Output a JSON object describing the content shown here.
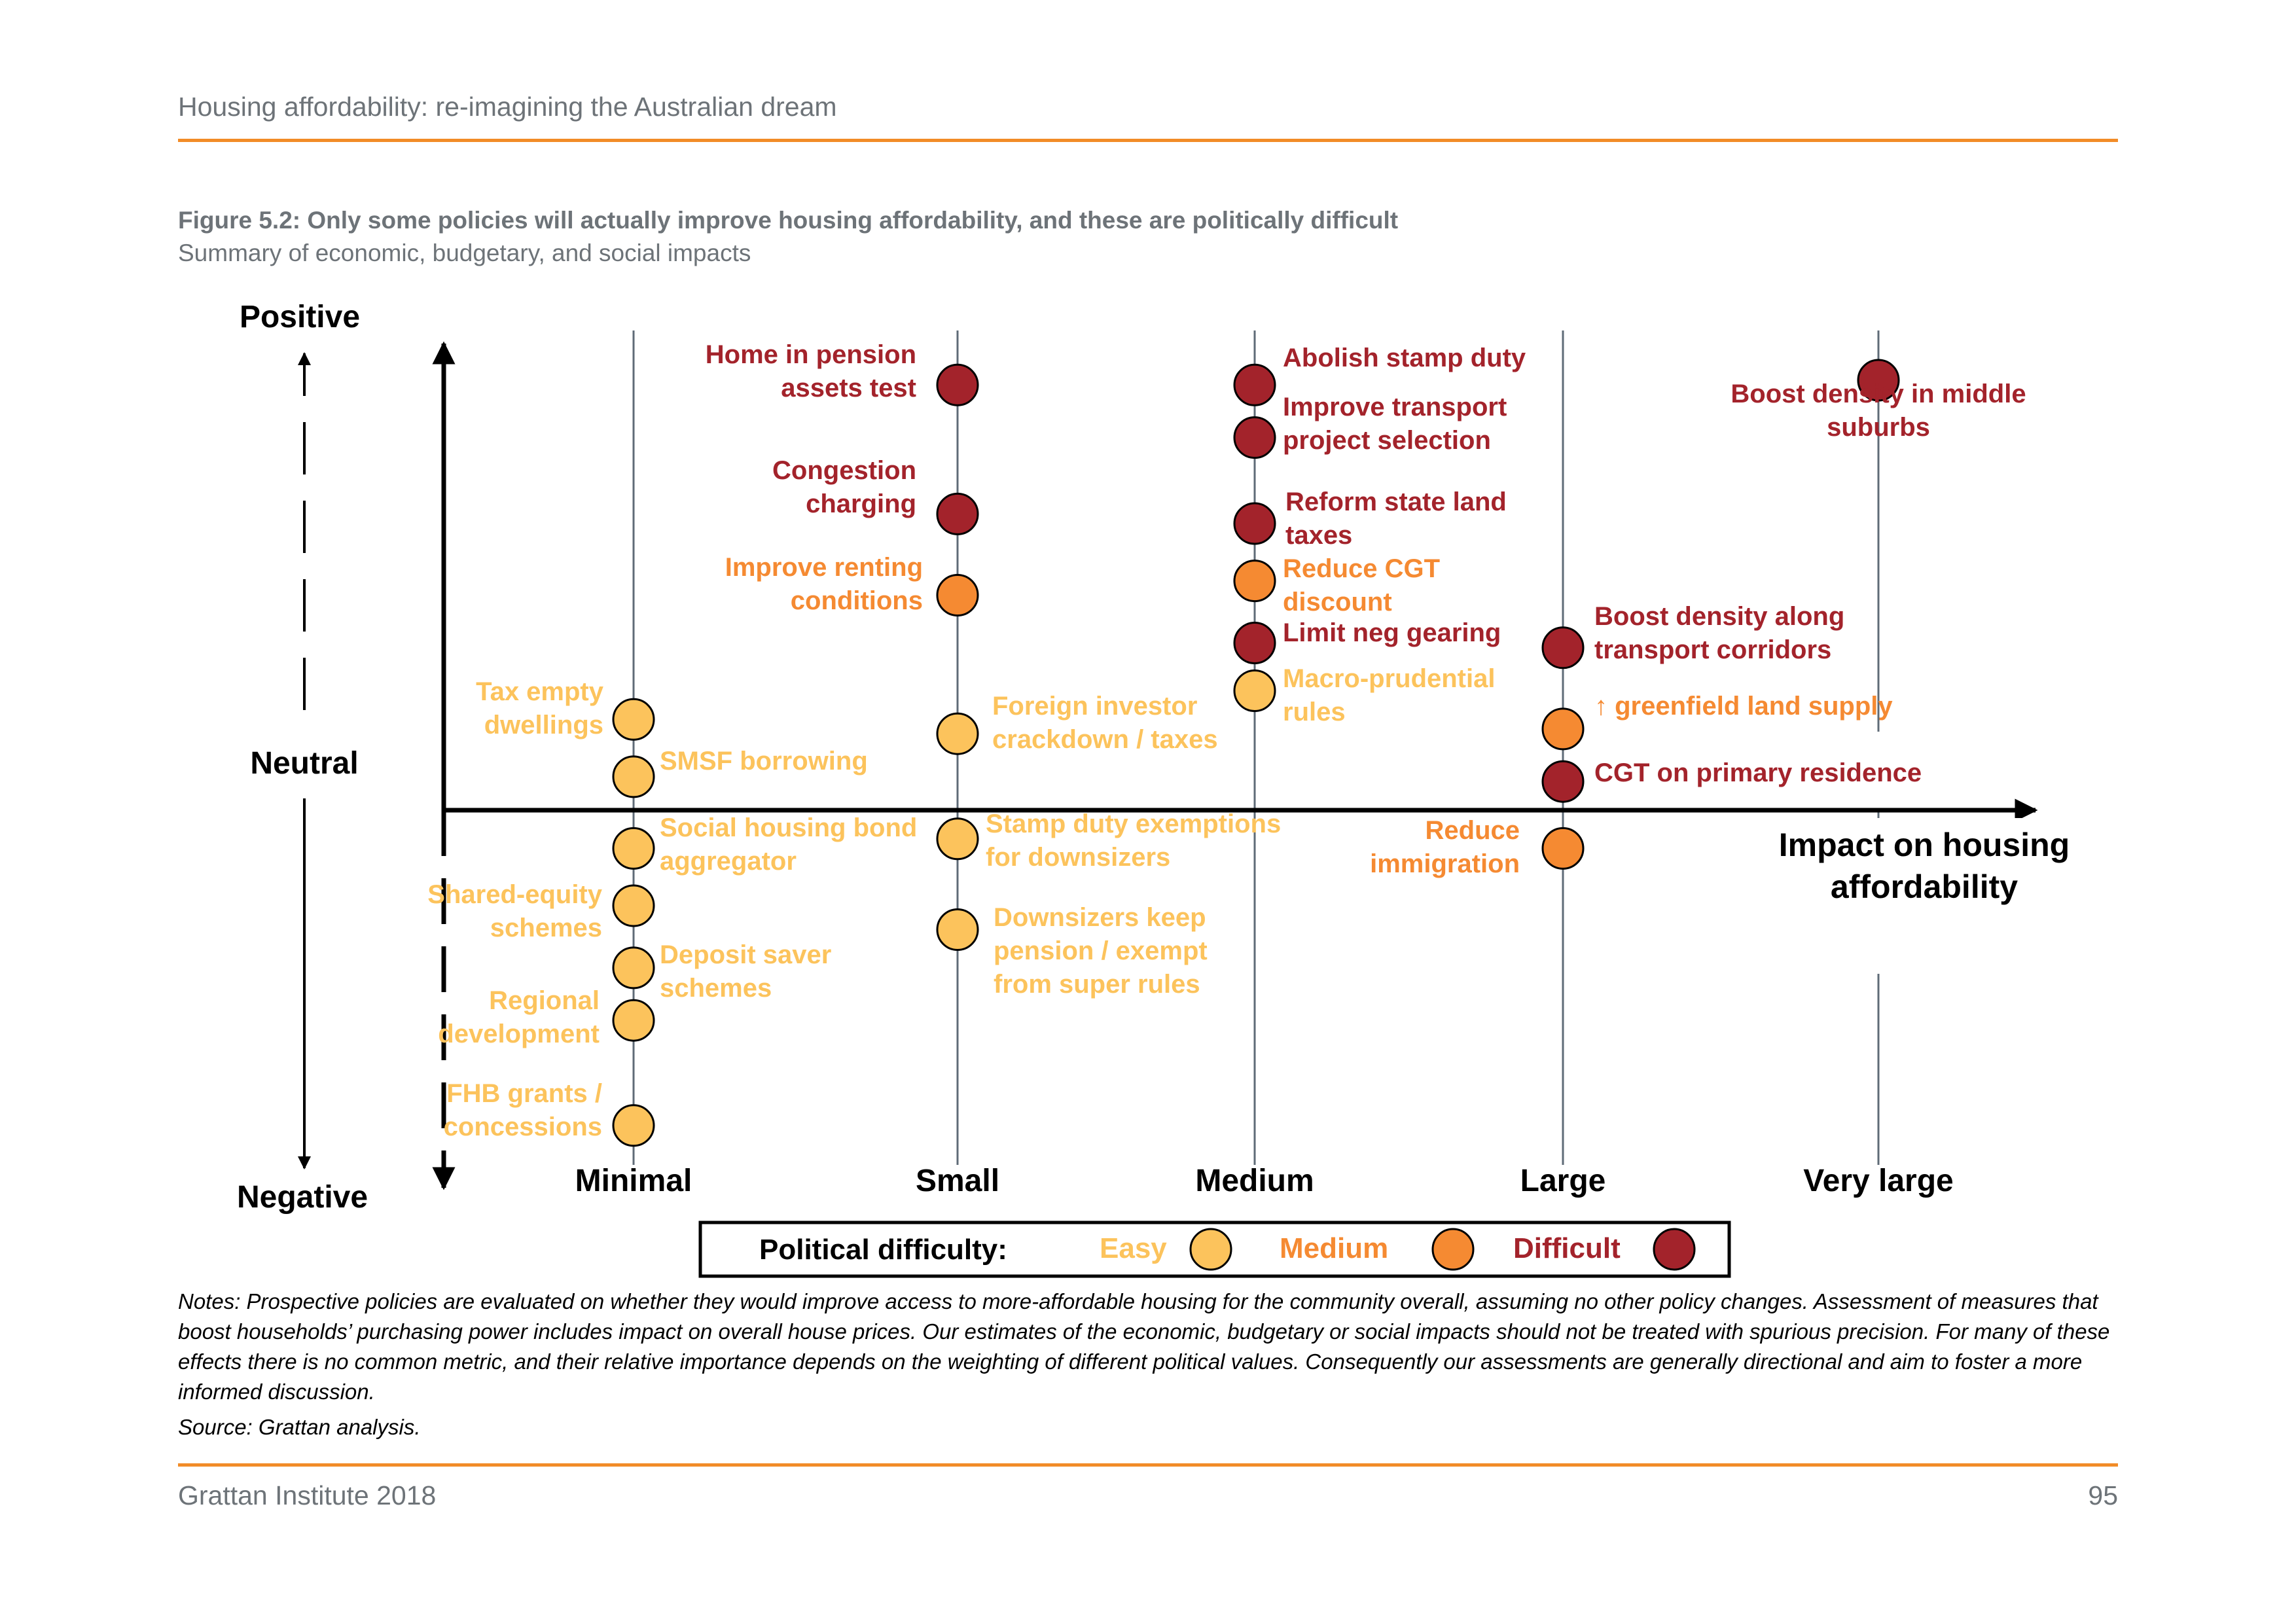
{
  "page": {
    "header": "Housing affordability: re-imagining the Australian dream",
    "figure_title": "Figure 5.2: Only some policies will actually improve housing affordability, and these are politically difficult",
    "figure_subtitle": "Summary of economic, budgetary, and social impacts",
    "notes": "Notes: Prospective policies are evaluated on whether they would improve access to more-affordable housing for the community overall, assuming no other policy changes. Assessment of measures that boost households’ purchasing power includes impact on overall house prices. Our estimates of the economic, budgetary or social impacts should not be treated with spurious precision. For many of these effects there is no common metric, and their relative importance depends on the weighting of different political values. Consequently our assessments are generally directional and aim to foster a more informed discussion.",
    "source": "Source: Grattan analysis.",
    "footer_left": "Grattan Institute 2018",
    "footer_right": "95"
  },
  "colors": {
    "easy": "#fcc35c",
    "medium": "#f58a32",
    "difficult": "#a3232b",
    "accent_rule": "#f28c28",
    "header_grey": "#6d7378",
    "axis": "#000000",
    "column_line": "#5f6b77"
  },
  "chart_data": {
    "type": "scatter",
    "x_axis_label": "Impact on housing affordability",
    "x_categories": [
      "Minimal",
      "Small",
      "Medium",
      "Large",
      "Very large"
    ],
    "y_labels": {
      "top": "Positive",
      "middle": "Neutral",
      "bottom": "Negative"
    },
    "legend": {
      "title": "Political difficulty:",
      "items": [
        {
          "key": "easy",
          "label": "Easy"
        },
        {
          "key": "medium",
          "label": "Medium"
        },
        {
          "key": "difficult",
          "label": "Difficult"
        }
      ]
    },
    "y_range": [
      -1,
      1
    ],
    "points": [
      {
        "label": "Home in pension assets test",
        "x": "Small",
        "y": 0.89,
        "difficulty": "difficult"
      },
      {
        "label": "Congestion charging",
        "x": "Small",
        "y": 0.62,
        "difficulty": "difficult"
      },
      {
        "label": "Improve renting conditions",
        "x": "Small",
        "y": 0.45,
        "difficulty": "medium"
      },
      {
        "label": "Foreign investor crackdown / taxes",
        "x": "Small",
        "y": 0.16,
        "difficulty": "easy"
      },
      {
        "label": "Stamp duty exemptions for downsizers",
        "x": "Small",
        "y": -0.06,
        "difficulty": "easy"
      },
      {
        "label": "Downsizers keep pension / exempt from super rules",
        "x": "Small",
        "y": -0.25,
        "difficulty": "easy"
      },
      {
        "label": "Tax empty dwellings",
        "x": "Minimal",
        "y": 0.19,
        "difficulty": "easy"
      },
      {
        "label": "SMSF borrowing",
        "x": "Minimal",
        "y": 0.07,
        "difficulty": "easy"
      },
      {
        "label": "Social housing bond aggregator",
        "x": "Minimal",
        "y": -0.08,
        "difficulty": "easy"
      },
      {
        "label": "Shared-equity schemes",
        "x": "Minimal",
        "y": -0.2,
        "difficulty": "easy"
      },
      {
        "label": "Deposit saver schemes",
        "x": "Minimal",
        "y": -0.33,
        "difficulty": "easy"
      },
      {
        "label": "Regional development",
        "x": "Minimal",
        "y": -0.44,
        "difficulty": "easy"
      },
      {
        "label": "FHB grants / concessions",
        "x": "Minimal",
        "y": -0.66,
        "difficulty": "easy"
      },
      {
        "label": "Abolish stamp duty",
        "x": "Medium",
        "y": 0.89,
        "difficulty": "difficult"
      },
      {
        "label": "Improve transport project selection",
        "x": "Medium",
        "y": 0.78,
        "difficulty": "difficult"
      },
      {
        "label": "Reform state land taxes",
        "x": "Medium",
        "y": 0.6,
        "difficulty": "difficult"
      },
      {
        "label": "Reduce CGT discount",
        "x": "Medium",
        "y": 0.48,
        "difficulty": "medium"
      },
      {
        "label": "Limit neg gearing",
        "x": "Medium",
        "y": 0.35,
        "difficulty": "difficult"
      },
      {
        "label": "Macro-prudential rules",
        "x": "Medium",
        "y": 0.25,
        "difficulty": "easy"
      },
      {
        "label": "Boost density along transport corridors",
        "x": "Large",
        "y": 0.34,
        "difficulty": "difficult"
      },
      {
        "label": "↑ greenfield land supply",
        "x": "Large",
        "y": 0.17,
        "difficulty": "medium"
      },
      {
        "label": "CGT on primary residence",
        "x": "Large",
        "y": 0.06,
        "difficulty": "difficult"
      },
      {
        "label": "Reduce immigration",
        "x": "Large",
        "y": -0.08,
        "difficulty": "medium"
      },
      {
        "label": "Boost density in middle suburbs",
        "x": "Very large",
        "y": 0.9,
        "difficulty": "difficult"
      }
    ]
  }
}
